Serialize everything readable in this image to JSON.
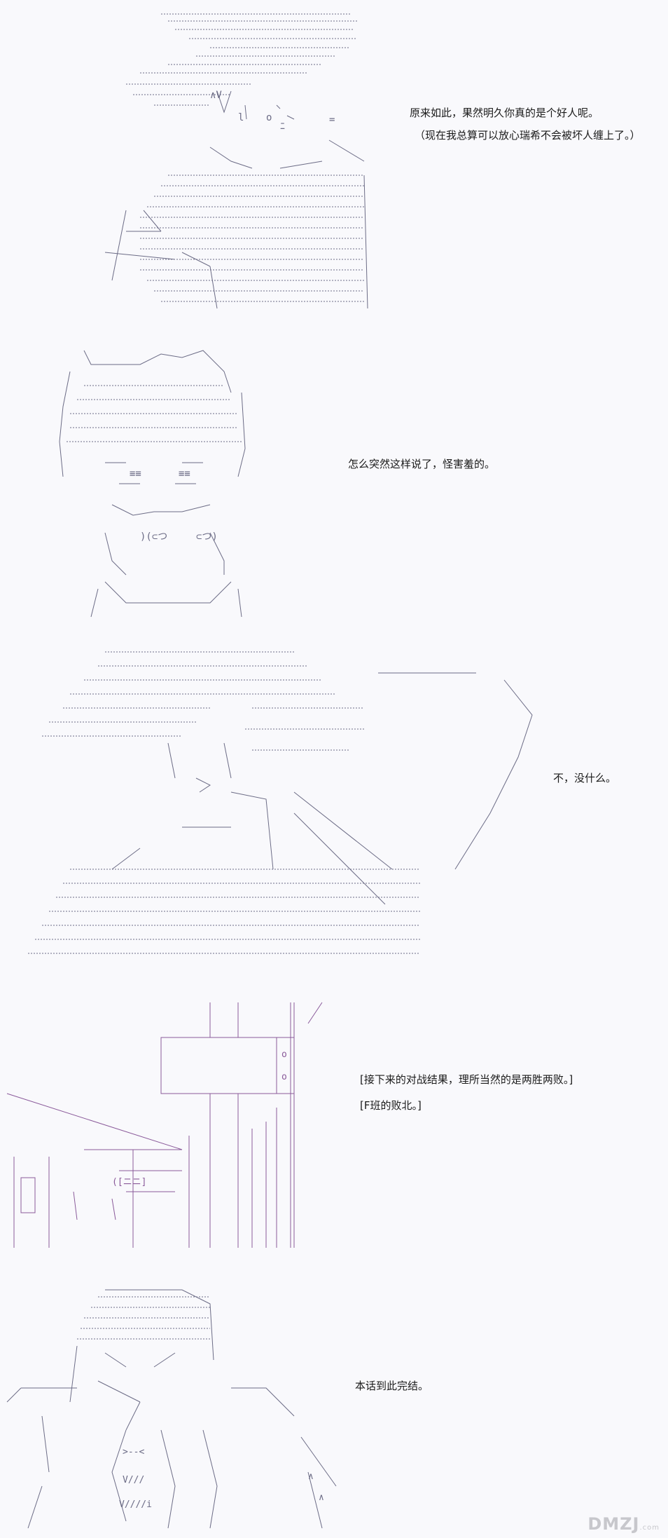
{
  "colors": {
    "background": "#f9f9fc",
    "art": "#6c6c86",
    "art_accent": "#8a5a9a",
    "text": "#1a1a1a"
  },
  "panels": [
    {
      "lines": [
        "原来如此，果然明久你真的是个好人呢。",
        "（现在我总算可以放心瑞希不会被坏人缠上了。）"
      ]
    },
    {
      "lines": [
        "怎么突然这样说了，怪害羞的。"
      ]
    },
    {
      "lines": [
        "不，没什么。"
      ]
    },
    {
      "lines": [
        "[接下来的对战结果，理所当然的是两胜两败。]",
        "[F班的败北。]"
      ]
    },
    {
      "lines": [
        "本话到此完结。"
      ]
    }
  ],
  "watermark": {
    "main": "DMZJ",
    "sub": ".com"
  }
}
